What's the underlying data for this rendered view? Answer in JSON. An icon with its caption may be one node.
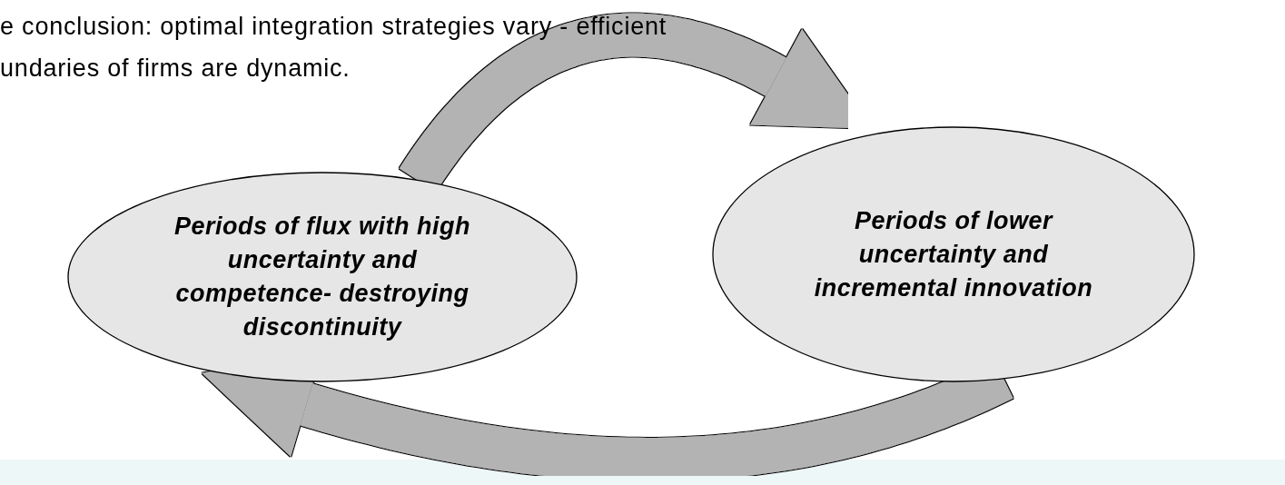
{
  "diagram": {
    "nodes": [
      {
        "text": [
          "Periods of flux with high uncertainty and competence- destroying discontinuity"
        ]
      },
      {
        "text": [
          "Periods of lower uncertainty and incremental innovation"
        ]
      }
    ],
    "edges": [
      {
        "from": 0,
        "to": 1,
        "arrow": "to"
      },
      {
        "from": 1,
        "to": 0,
        "arrow": "to"
      }
    ],
    "labels": [
      "e conclusion: optimal integration strategies vary -  efficient",
      "undaries of firms are dynamic."
    ]
  }
}
